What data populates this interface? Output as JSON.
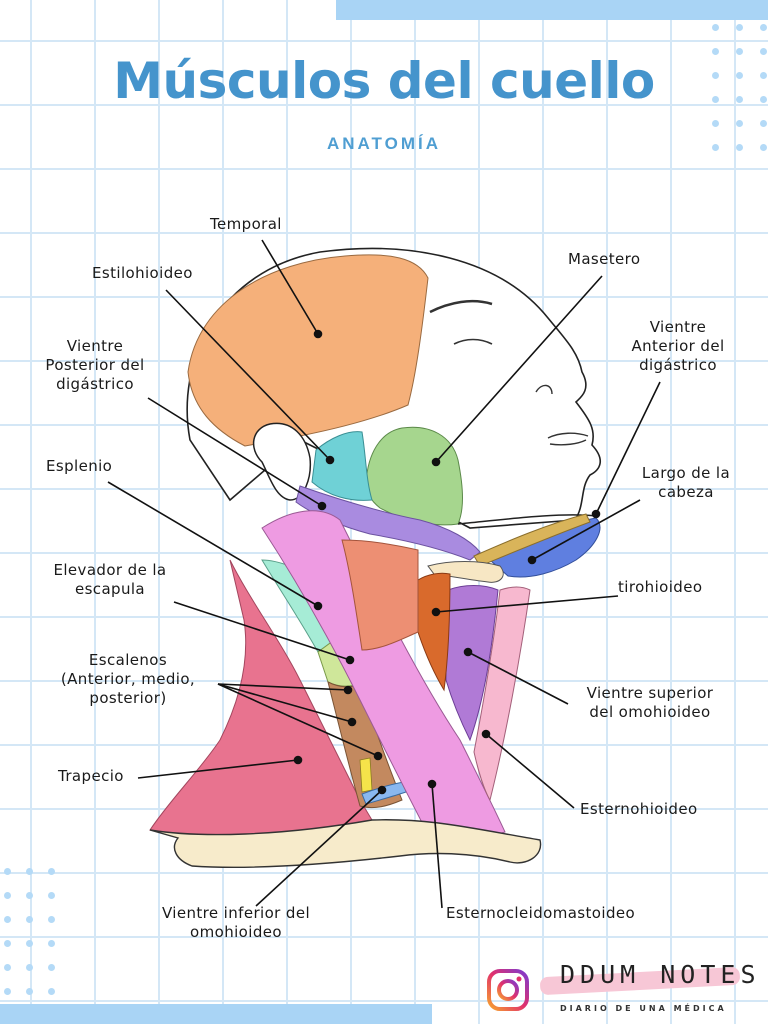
{
  "title": "Músculos del cuello",
  "subtitle": "ANATOMÍA",
  "labels": {
    "temporal": "Temporal",
    "estilohioideo": "Estilohioideo",
    "vientre_posterior": [
      "Vientre",
      "Posterior del",
      "digástrico"
    ],
    "esplenio": "Esplenio",
    "elevador": [
      "Elevador de la",
      "escapula"
    ],
    "escalenos": [
      "Escalenos",
      "(Anterior, medio,",
      "posterior)"
    ],
    "trapecio": "Trapecio",
    "vientre_inferior": [
      "Vientre inferior del",
      "omohioideo"
    ],
    "masetero": "Masetero",
    "vientre_anterior": [
      "Vientre",
      "Anterior del",
      "digástrico"
    ],
    "largo_cabeza": [
      "Largo de la",
      "cabeza"
    ],
    "tirohioideo": "tirohioideo",
    "vientre_superior": [
      "Vientre superior",
      "del omohioideo"
    ],
    "esternohioideo": "Esternohioideo",
    "esternocleidomastoideo": "Esternocleidomastoideo"
  },
  "brand": {
    "name": "DDUM NOTES",
    "tagline": "DIARIO DE UNA MÉDICA",
    "icon": "instagram-icon"
  },
  "colors": {
    "accent": "#4594cc",
    "grid": "#d4e7f6",
    "temporal": "#f5b07a",
    "masetero": "#a6d68e",
    "estilohioideo": "#6fd1d6",
    "digastrico_posterior": "#a98be0",
    "esternocleidomastoideo": "#ee9be2",
    "trapecio": "#e8738f",
    "esplenio": "#a6ecd6",
    "elevador": "#cfe79a",
    "escalenos": "#c3895f",
    "tirohioideo": "#d96a2c",
    "omohioideo_superior": "#b07ad6",
    "esternohioideo": "#f7b8cf",
    "digastrico_anterior": "#5f7fe0",
    "largo_cabeza": "#d9b45a"
  }
}
